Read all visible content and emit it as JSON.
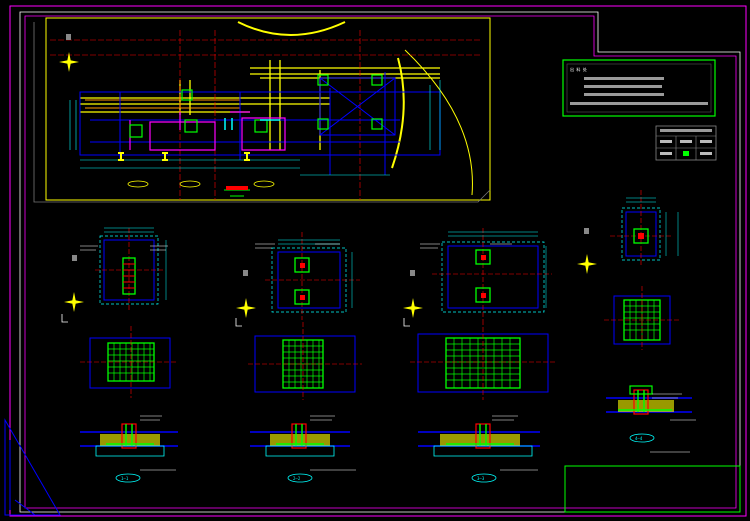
{
  "drawing": {
    "background": "#000000",
    "colors": {
      "frame": "#ff00ff",
      "inner_frame": "#ffffff",
      "plan_border": "#ffff00",
      "title_block": "#00ff00",
      "rebar": "#00ff00",
      "concrete": "#0000ff",
      "dimension": "#00ffff",
      "axis": "#ff0000",
      "beam": "#ffff00",
      "note": "#ffffff"
    }
  },
  "title_block": {
    "header_label": "出 料 处",
    "lines": 4
  },
  "legend": {
    "rows": 2,
    "cols": 3
  },
  "details": {
    "sections": [
      {
        "label": "1—1"
      },
      {
        "label": "2—2"
      },
      {
        "label": "3—3"
      },
      {
        "label": "4—4"
      }
    ]
  }
}
